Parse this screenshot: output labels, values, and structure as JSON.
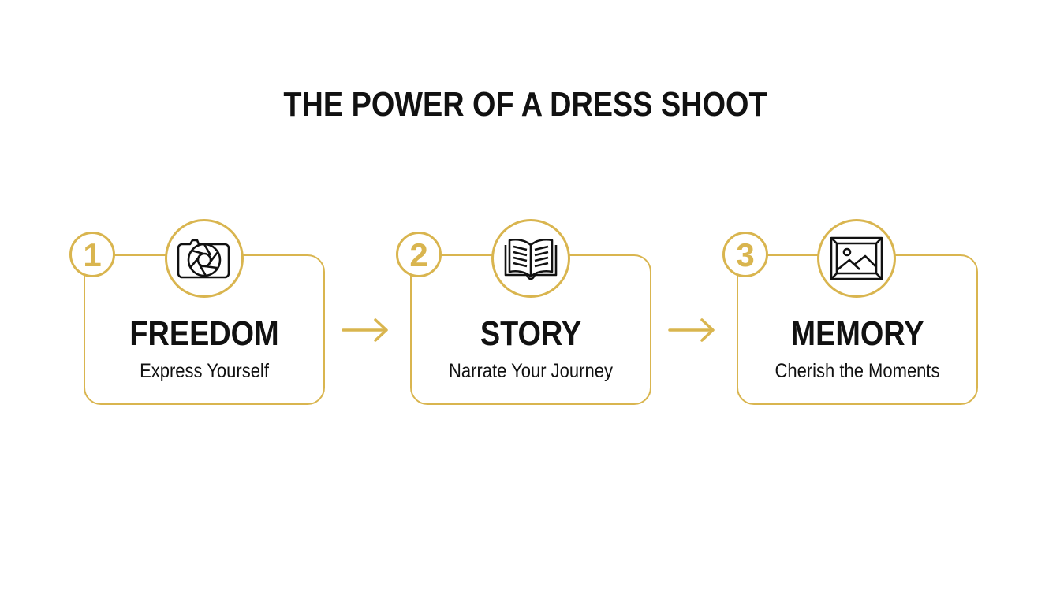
{
  "title": "THE POWER OF A DRESS SHOOT",
  "colors": {
    "accent": "#d9b54f",
    "text": "#111111",
    "background": "#ffffff"
  },
  "steps": [
    {
      "number": "1",
      "icon": "camera-aperture-icon",
      "title": "FREEDOM",
      "subtitle": "Express Yourself"
    },
    {
      "number": "2",
      "icon": "open-book-icon",
      "title": "STORY",
      "subtitle": "Narrate Your Journey"
    },
    {
      "number": "3",
      "icon": "framed-picture-icon",
      "title": "MEMORY",
      "subtitle": "Cherish the Moments"
    }
  ],
  "arrows": [
    "arrow-right-icon",
    "arrow-right-icon"
  ]
}
